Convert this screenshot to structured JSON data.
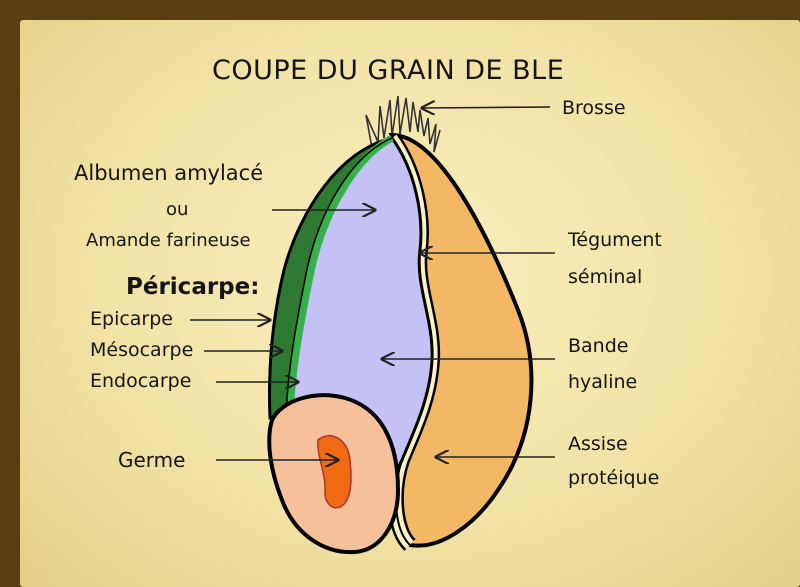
{
  "title": "COUPE DU GRAIN DE BLE",
  "labels": {
    "brosse": "Brosse",
    "albumen": "Albumen amylacé",
    "ou": "ou",
    "amande": "Amande farineuse",
    "pericarpe": "Péricarpe:",
    "epicarpe": "Epicarpe",
    "mesocarpe": "Mésocarpe",
    "endocarpe": "Endocarpe",
    "germe": "Germe",
    "tegument_1": "Tégument",
    "tegument_2": "séminal",
    "bande_1": "Bande",
    "bande_2": "hyaline",
    "assise_1": "Assise",
    "assise_2": "protéique"
  },
  "colors": {
    "background": "#f2e3a6",
    "frame": "#5a3f12",
    "albumen": "#c4c2f4",
    "seed_coat": "#f2b866",
    "pericarp_dark": "#2f7a32",
    "pericarp_light": "#35b04a",
    "hyaline": "#faf3c0",
    "germ": "#f5c09a",
    "germ_core": "#ef6a12"
  }
}
